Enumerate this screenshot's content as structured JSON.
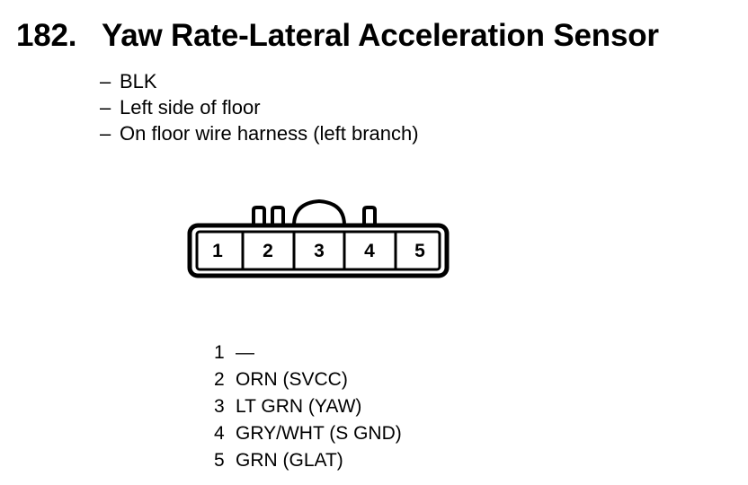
{
  "title": {
    "number": "182.",
    "text": "Yaw Rate-Lateral Acceleration Sensor"
  },
  "notes": [
    {
      "dash": "–",
      "text": "BLK"
    },
    {
      "dash": "–",
      "text": "Left side of floor"
    },
    {
      "dash": "–",
      "text": "On floor wire harness (left branch)"
    }
  ],
  "connector": {
    "cells": [
      "1",
      "2",
      "3",
      "4",
      "5"
    ]
  },
  "pins": [
    {
      "no": "1",
      "wire": "—"
    },
    {
      "no": "2",
      "wire": "ORN (SVCC)"
    },
    {
      "no": "3",
      "wire": "LT GRN (YAW)"
    },
    {
      "no": "4",
      "wire": "GRY/WHT (S GND)"
    },
    {
      "no": "5",
      "wire": "GRN (GLAT)"
    }
  ]
}
